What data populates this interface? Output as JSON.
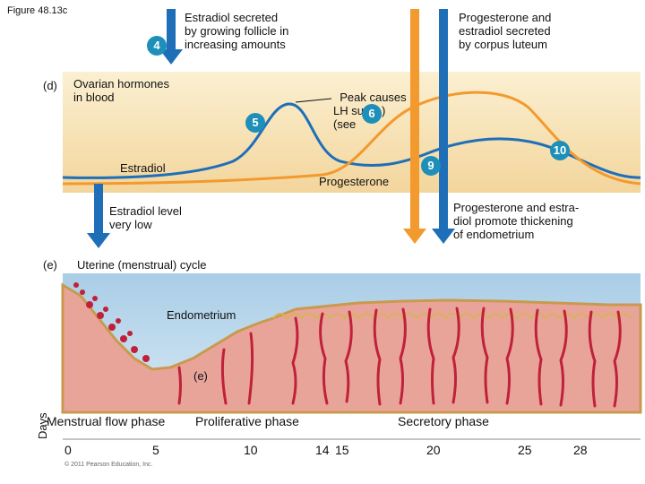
{
  "figure_label": "Figure 48.13c",
  "panel_d": {
    "letter": "(d)",
    "title": "Ovarian hormones\nin blood",
    "estradiol_label": "Estradiol",
    "progesterone_label": "Progesterone",
    "callout_estradiol_secreted": "Estradiol secreted\nby growing follicle in\nincreasing amounts",
    "callout_peak": "Peak causes\nLH surge\n(see",
    "callout_peak_close": ")",
    "callout_prog_secreted": "Progesterone and\nestradiol secreted\nby corpus luteum",
    "estradiol_low": "Estradiol level\nvery low",
    "prog_thickening": "Progesterone and estra-\ndiol promote thickening\nof endometrium"
  },
  "badges": {
    "b4": "4",
    "b5": "5",
    "b6": "6",
    "b9": "9",
    "b10": "10"
  },
  "panel_e": {
    "letter": "(e)",
    "title": "Uterine (menstrual) cycle",
    "endometrium_label": "Endometrium",
    "inner_label": "(e)"
  },
  "phases": {
    "menstrual": "Menstrual flow phase",
    "proliferative": "Proliferative phase",
    "secretory": "Secretory phase"
  },
  "days_axis": {
    "label": "Days",
    "ticks": [
      "0",
      "5",
      "10",
      "14",
      "15",
      "20",
      "25",
      "28"
    ]
  },
  "copyright": "© 2011 Pearson Education, Inc.",
  "colors": {
    "estradiol": "#1f6fb8",
    "progesterone": "#f29a2e",
    "hormone_bg": "#f5dca8",
    "uterine_bg": "#bcd9ec",
    "tissue": "#e9a49a",
    "vessels": "#c0213a"
  }
}
